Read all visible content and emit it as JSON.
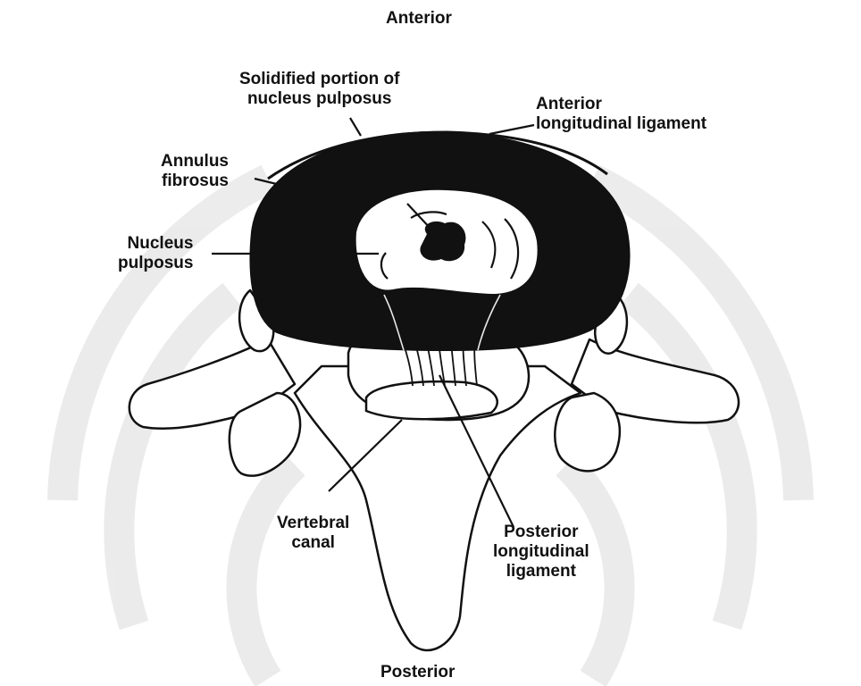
{
  "diagram": {
    "colors": {
      "ink": "#111111",
      "watermark": "#dcdcdc",
      "background": "#ffffff"
    },
    "orientation": {
      "top": "Anterior",
      "bottom": "Posterior"
    },
    "labels": {
      "solidified": [
        "Solidified portion of",
        "nucleus pulposus"
      ],
      "anterior_ligament": [
        "Anterior",
        "longitudinal ligament"
      ],
      "annulus": [
        "Annulus",
        "fibrosus"
      ],
      "nucleus": [
        "Nucleus",
        "pulposus"
      ],
      "vertebral_canal": [
        "Vertebral",
        "canal"
      ],
      "posterior_ligament": [
        "Posterior",
        "longitudinal",
        "ligament"
      ]
    }
  }
}
